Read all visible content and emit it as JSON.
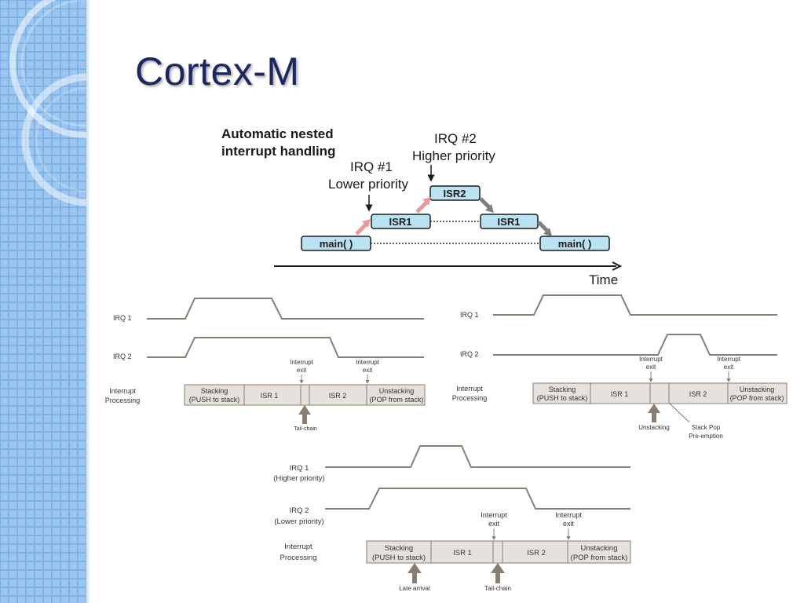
{
  "slide": {
    "title": "Cortex-M"
  },
  "nested": {
    "heading_line1": "Automatic nested",
    "heading_line2": "interrupt handling",
    "irq1_line1": "IRQ #1",
    "irq1_line2": "Lower priority",
    "irq2_line1": "IRQ #2",
    "irq2_line2": "Higher priority",
    "isr2": "ISR2",
    "isr1": "ISR1",
    "main": "main( )",
    "time": "Time"
  },
  "tailchain": {
    "irq1": "IRQ 1",
    "irq2": "IRQ 2",
    "proc1": "Interrupt",
    "proc2": "Processing",
    "stacking1": "Stacking",
    "stacking2": "(PUSH to stack)",
    "isr1": "ISR 1",
    "isr2": "ISR 2",
    "unstacking1": "Unstacking",
    "unstacking2": "(POP from stack)",
    "exit1": "Interrupt",
    "exit2": "exit",
    "tailchain": "Tail-chain"
  },
  "preemption": {
    "irq1": "IRQ 1",
    "irq2": "IRQ 2",
    "proc1": "Interrupt",
    "proc2": "Processing",
    "stacking1": "Stacking",
    "stacking2": "(PUSH to stack)",
    "isr1": "ISR 1",
    "isr2": "ISR 2",
    "unstacking1": "Unstacking",
    "unstacking2": "(POP from stack)",
    "exit1": "Interrupt",
    "exit2": "exit",
    "unstacking": "Unstacking",
    "stackpop1": "Stack Pop",
    "stackpop2": "Pre-emption"
  },
  "latearrival": {
    "irq1": "IRQ 1",
    "irq1_sub": "(Higher priority)",
    "irq2": "IRQ 2",
    "irq2_sub": "(Lower priority)",
    "proc1": "Interrupt",
    "proc2": "Processing",
    "stacking1": "Stacking",
    "stacking2": "(PUSH to stack)",
    "isr1": "ISR 1",
    "isr2": "ISR 2",
    "unstacking1": "Unstacking",
    "unstacking2": "(POP from stack)",
    "exit1": "Interrupt",
    "exit2": "exit",
    "late": "Late arrival",
    "tailchain": "Tail-chain"
  }
}
